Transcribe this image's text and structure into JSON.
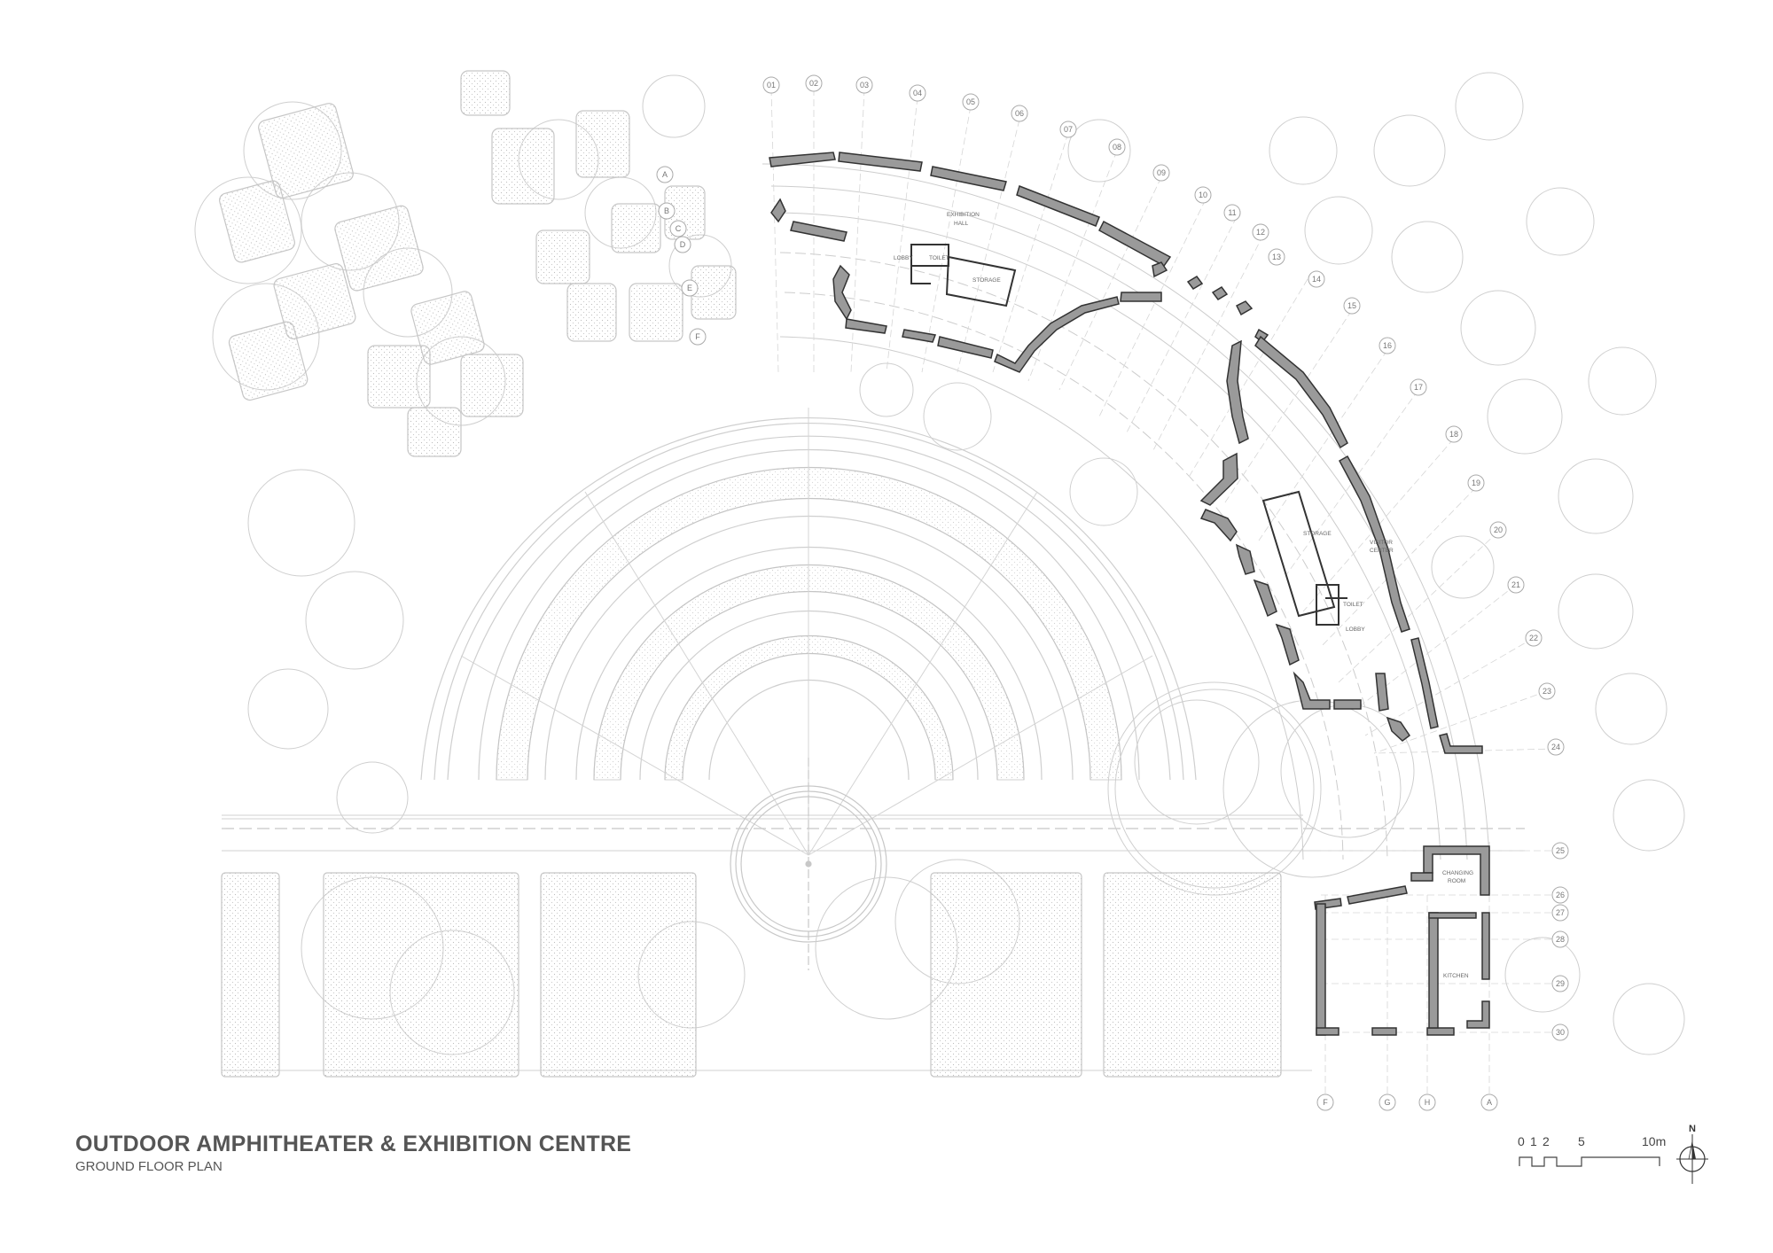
{
  "title_block": {
    "title": "OUTDOOR AMPHITHEATER & EXHIBITION CENTRE",
    "subtitle": "GROUND FLOOR PLAN"
  },
  "scale": {
    "labels": [
      "0",
      "1",
      "2",
      "5",
      "10m"
    ]
  },
  "north": {
    "label": "N",
    "icon": "north-arrow-icon"
  },
  "rooms": [
    {
      "id": "exhibition-hall",
      "label": "EXHIBITION\nHALL"
    },
    {
      "id": "lobby-a",
      "label": "LOBBY"
    },
    {
      "id": "toilet-a",
      "label": "TOILET"
    },
    {
      "id": "storage-a",
      "label": "STORAGE"
    },
    {
      "id": "storage-b",
      "label": "STORAGE"
    },
    {
      "id": "visitor-center",
      "label": "VISITOR\nCENTER"
    },
    {
      "id": "toilet-b",
      "label": "TOILET"
    },
    {
      "id": "lobby-b",
      "label": "LOBBY"
    },
    {
      "id": "changing-room",
      "label": "CHANGING\nROOM"
    },
    {
      "id": "kitchen",
      "label": "KITCHEN"
    }
  ],
  "radial_grid_labels": [
    "01",
    "02",
    "03",
    "04",
    "05",
    "06",
    "07",
    "08",
    "09",
    "10",
    "11",
    "12",
    "13",
    "14",
    "15",
    "16",
    "17",
    "18",
    "19",
    "20",
    "21",
    "22",
    "23",
    "24",
    "25",
    "26",
    "27",
    "28",
    "29",
    "30"
  ],
  "letter_grid_labels_top": [
    "A",
    "B",
    "C",
    "D",
    "E",
    "F"
  ],
  "letter_grid_labels_bottom": [
    "F",
    "G",
    "H",
    "A"
  ],
  "colors": {
    "wall_fill": "#9a9a9a",
    "wall_stroke": "#333333",
    "linework": "#c8c8c8",
    "title": "#555555"
  }
}
